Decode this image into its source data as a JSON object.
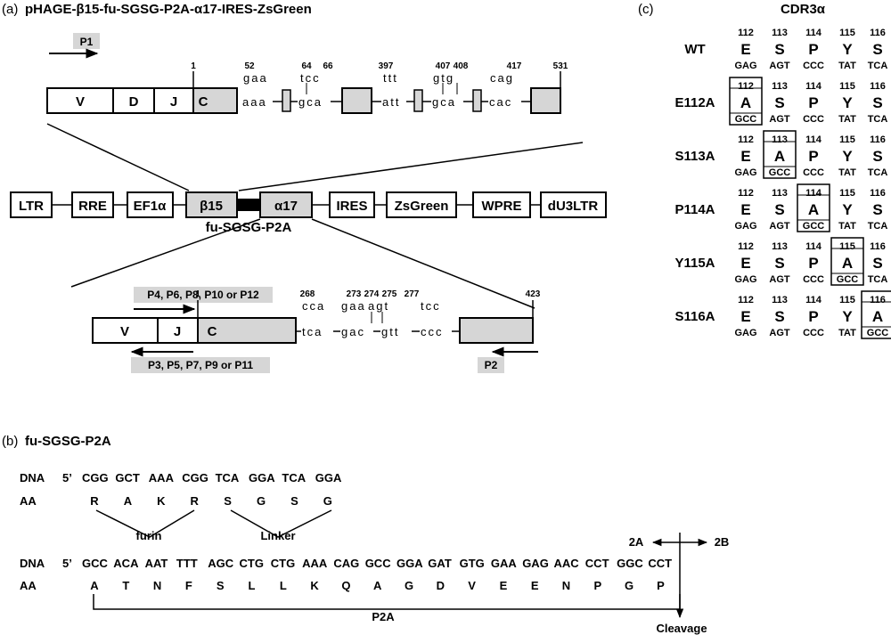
{
  "panel_a": {
    "label": "(a)",
    "title": "pHAGE-β15-fu-SGSG-P2A-α17-IRES-ZsGreen",
    "beta_chain": {
      "primer_fwd": "P1",
      "segments": [
        "V",
        "D",
        "J",
        "C"
      ],
      "positions": [
        "1",
        "52",
        "64",
        "66",
        "397",
        "407",
        "408",
        "417",
        "531"
      ],
      "codons_top": [
        "gaa",
        "tcc",
        "ttt",
        "gtg",
        "cag"
      ],
      "codons_bottom": [
        "aaa",
        "gca",
        "att",
        "gca",
        "cac"
      ]
    },
    "vector": {
      "boxes": [
        "LTR",
        "RRE",
        "EF1α",
        "β15",
        "α17",
        "IRES",
        "ZsGreen",
        "WPRE",
        "dU3LTR"
      ],
      "linker_label": "fu-SGSG-P2A"
    },
    "alpha_chain": {
      "primer_fwd": "P4, P6, P8, P10 or P12",
      "primer_rev": "P3, P5, P7, P9 or P11",
      "primer_rev2": "P2",
      "segments": [
        "V",
        "J",
        "C"
      ],
      "positions": [
        "1",
        "268",
        "273",
        "274",
        "275",
        "277",
        "423"
      ],
      "codons_top": [
        "cca",
        "gaa",
        "agt",
        "tcc"
      ],
      "codons_bottom": [
        "tca",
        "gac",
        "gtt",
        "ccc"
      ]
    }
  },
  "panel_b": {
    "label": "(b)",
    "title": "fu-SGSG-P2A",
    "dna_label": "DNA",
    "aa_label": "AA",
    "prime": "5’",
    "row1_codons": [
      "CGG",
      "GCT",
      "AAA",
      "CGG",
      "TCA",
      "GGA",
      "TCA",
      "GGA"
    ],
    "row1_aa": [
      "R",
      "A",
      "K",
      "R",
      "S",
      "G",
      "S",
      "G"
    ],
    "furin_label": "furin",
    "linker_label": "Linker",
    "row2_codons": [
      "GCC",
      "ACA",
      "AAT",
      "TTT",
      "AGC",
      "CTG",
      "CTG",
      "AAA",
      "CAG",
      "GCC",
      "GGA",
      "GAT",
      "GTG",
      "GAA",
      "GAG",
      "AAC",
      "CCT",
      "GGC",
      "CCT"
    ],
    "row2_aa": [
      "A",
      "T",
      "N",
      "F",
      "S",
      "L",
      "L",
      "K",
      "Q",
      "A",
      "G",
      "D",
      "V",
      "E",
      "E",
      "N",
      "P",
      "G",
      "P"
    ],
    "p2a_label": "P2A",
    "label_2a": "2A",
    "label_2b": "2B",
    "cleavage_label": "Cleavage"
  },
  "panel_c": {
    "label": "(c)",
    "title": "CDR3α",
    "rows": [
      {
        "name": "WT",
        "nums": [
          "112",
          "113",
          "114",
          "115",
          "116"
        ],
        "aa": [
          "E",
          "S",
          "P",
          "Y",
          "S"
        ],
        "codons": [
          "GAG",
          "AGT",
          "CCC",
          "TAT",
          "TCA"
        ],
        "boxed": -1
      },
      {
        "name": "E112A",
        "nums": [
          "112",
          "113",
          "114",
          "115",
          "116"
        ],
        "aa": [
          "A",
          "S",
          "P",
          "Y",
          "S"
        ],
        "codons": [
          "GCC",
          "AGT",
          "CCC",
          "TAT",
          "TCA"
        ],
        "boxed": 0
      },
      {
        "name": "S113A",
        "nums": [
          "112",
          "113",
          "114",
          "115",
          "116"
        ],
        "aa": [
          "E",
          "A",
          "P",
          "Y",
          "S"
        ],
        "codons": [
          "GAG",
          "GCC",
          "CCC",
          "TAT",
          "TCA"
        ],
        "boxed": 1
      },
      {
        "name": "P114A",
        "nums": [
          "112",
          "113",
          "114",
          "115",
          "116"
        ],
        "aa": [
          "E",
          "S",
          "A",
          "Y",
          "S"
        ],
        "codons": [
          "GAG",
          "AGT",
          "GCC",
          "TAT",
          "TCA"
        ],
        "boxed": 2
      },
      {
        "name": "Y115A",
        "nums": [
          "112",
          "113",
          "114",
          "115",
          "116"
        ],
        "aa": [
          "E",
          "S",
          "P",
          "A",
          "S"
        ],
        "codons": [
          "GAG",
          "AGT",
          "CCC",
          "GCC",
          "TCA"
        ],
        "boxed": 3
      },
      {
        "name": "S116A",
        "nums": [
          "112",
          "113",
          "114",
          "115",
          "116"
        ],
        "aa": [
          "E",
          "S",
          "P",
          "Y",
          "A"
        ],
        "codons": [
          "GAG",
          "AGT",
          "CCC",
          "TAT",
          "GCC"
        ],
        "boxed": 4
      }
    ]
  },
  "colors": {
    "fill_gray": "#d6d6d6",
    "line": "#000000"
  }
}
